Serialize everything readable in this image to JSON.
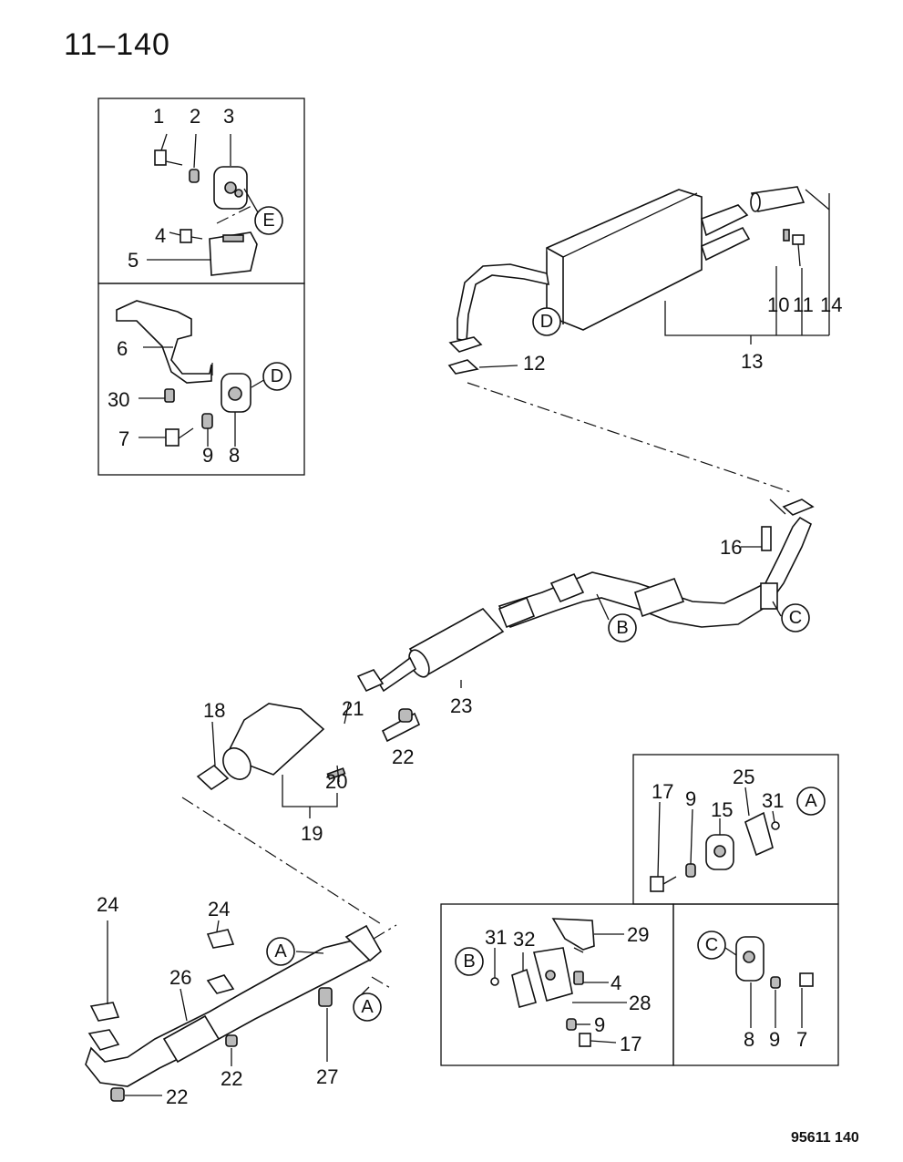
{
  "header": {
    "title": "11–140"
  },
  "footer": {
    "catalog_code": "95611 140"
  },
  "labels": {
    "p1": "1",
    "p2": "2",
    "p3": "3",
    "p4a": "4",
    "p5": "5",
    "p6": "6",
    "p30": "30",
    "p7a": "7",
    "p9a": "9",
    "p8a": "8",
    "p10": "10",
    "p11": "11",
    "p14": "14",
    "p13": "13",
    "p12": "12",
    "p16": "16",
    "p23": "23",
    "p18": "18",
    "p21": "21",
    "p20": "20",
    "p22a": "22",
    "p19": "19",
    "p17a": "17",
    "p9b": "9",
    "p25": "25",
    "p31a": "31",
    "p15": "15",
    "p31b": "31",
    "p32": "32",
    "p29": "29",
    "p4b": "4",
    "p28": "28",
    "p9c": "9",
    "p17b": "17",
    "p8b": "8",
    "p9d": "9",
    "p7b": "7",
    "p24a": "24",
    "p24b": "24",
    "p26": "26",
    "p27": "27",
    "p22b": "22",
    "p22c": "22"
  },
  "callouts": {
    "E": "E",
    "D1": "D",
    "D2": "D",
    "B1": "B",
    "C1": "C",
    "A1": "A",
    "A2": "A",
    "A3": "A",
    "B2": "B",
    "C2": "C"
  }
}
